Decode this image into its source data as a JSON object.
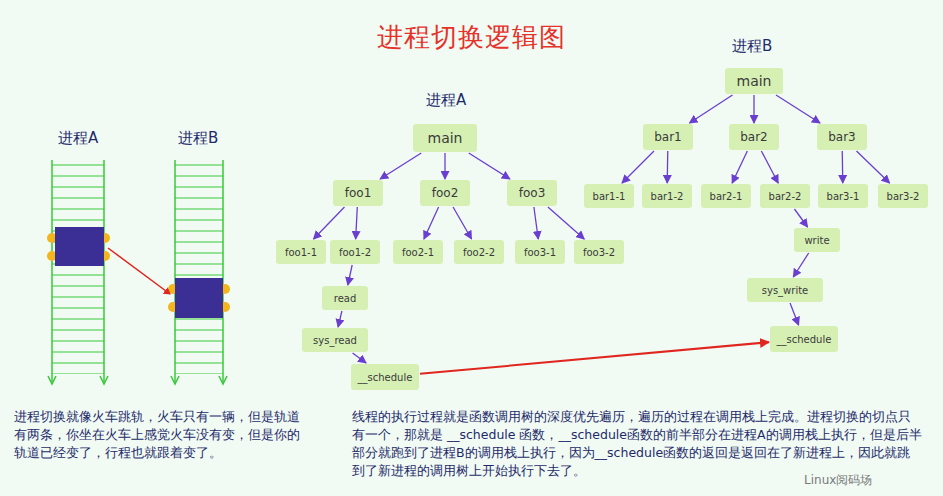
{
  "diagram": {
    "title": "进程切换逻辑图",
    "nodes": [
      {
        "text": [
          "main"
        ]
      },
      {
        "text": [
          "foo1"
        ]
      },
      {
        "text": [
          "foo2"
        ]
      },
      {
        "text": [
          "foo3"
        ]
      },
      {
        "text": [
          "foo1-1"
        ]
      },
      {
        "text": [
          "foo1-2"
        ]
      },
      {
        "text": [
          "foo2-1"
        ]
      },
      {
        "text": [
          "foo2-2"
        ]
      },
      {
        "text": [
          "foo3-1"
        ]
      },
      {
        "text": [
          "foo3-2"
        ]
      },
      {
        "text": [
          "read"
        ]
      },
      {
        "text": [
          "sys_read"
        ]
      },
      {
        "text": [
          "__schedule"
        ]
      },
      {
        "text": [
          "main"
        ]
      },
      {
        "text": [
          "bar1"
        ]
      },
      {
        "text": [
          "bar2"
        ]
      },
      {
        "text": [
          "bar3"
        ]
      },
      {
        "text": [
          "bar1-1"
        ]
      },
      {
        "text": [
          "bar1-2"
        ]
      },
      {
        "text": [
          "bar2-1"
        ]
      },
      {
        "text": [
          "bar2-2"
        ]
      },
      {
        "text": [
          "bar3-1"
        ]
      },
      {
        "text": [
          "bar3-2"
        ]
      },
      {
        "text": [
          "write"
        ]
      },
      {
        "text": [
          "sys_write"
        ]
      },
      {
        "text": [
          "__schedule"
        ]
      }
    ],
    "edges": [
      {
        "from": 0,
        "to": 1,
        "arrow": "to"
      },
      {
        "from": 0,
        "to": 2,
        "arrow": "to"
      },
      {
        "from": 0,
        "to": 3,
        "arrow": "to"
      },
      {
        "from": 1,
        "to": 4,
        "arrow": "to"
      },
      {
        "from": 1,
        "to": 5,
        "arrow": "to"
      },
      {
        "from": 2,
        "to": 6,
        "arrow": "to"
      },
      {
        "from": 2,
        "to": 7,
        "arrow": "to"
      },
      {
        "from": 3,
        "to": 8,
        "arrow": "to"
      },
      {
        "from": 3,
        "to": 9,
        "arrow": "to"
      },
      {
        "from": 5,
        "to": 10,
        "arrow": "to"
      },
      {
        "from": 10,
        "to": 11,
        "arrow": "to"
      },
      {
        "from": 11,
        "to": 12,
        "arrow": "to"
      },
      {
        "from": 13,
        "to": 14,
        "arrow": "to"
      },
      {
        "from": 13,
        "to": 15,
        "arrow": "to"
      },
      {
        "from": 13,
        "to": 16,
        "arrow": "to"
      },
      {
        "from": 14,
        "to": 17,
        "arrow": "to"
      },
      {
        "from": 14,
        "to": 18,
        "arrow": "to"
      },
      {
        "from": 15,
        "to": 19,
        "arrow": "to"
      },
      {
        "from": 15,
        "to": 20,
        "arrow": "to"
      },
      {
        "from": 16,
        "to": 21,
        "arrow": "to"
      },
      {
        "from": 16,
        "to": 22,
        "arrow": "to"
      },
      {
        "from": 20,
        "to": 23,
        "arrow": "to"
      },
      {
        "from": 23,
        "to": 24,
        "arrow": "to"
      },
      {
        "from": 24,
        "to": 25,
        "arrow": "to"
      },
      {
        "from": 12,
        "to": 25,
        "arrow": "to"
      }
    ],
    "labels": [
      "进程A",
      "进程B",
      "进程A",
      "进程B",
      "进程切换就像火车跳轨，火车只有一辆，但是轨道有两条，你坐在火车上感觉火车没有变，但是你的轨道已经变了，行程也就跟着变了。",
      "线程的执行过程就是函数调用树的深度优先遍历，遍历的过程在调用栈上完成。进程切换的切点只有一个，那就是 __schedule 函数，__schedule函数的前半部分在进程A的调用栈上执行，但是后半部分就跑到了进程B的调用栈上执行，因为__schedule函数的返回是返回在了新进程上，因此就跳到了新进程的调用树上开始执行下去了。",
      "Linux阅码场"
    ]
  }
}
